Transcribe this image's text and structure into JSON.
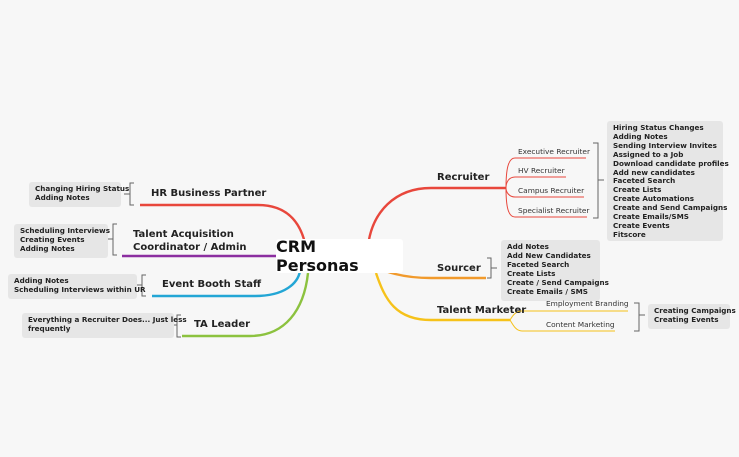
{
  "central": {
    "title": "CRM Personas"
  },
  "right": {
    "recruiter": {
      "label": "Recruiter",
      "subs": [
        "Executive Recruiter",
        "HV Recruiter",
        "Campus Recruiter",
        "Specialist Recruiter"
      ],
      "details": [
        "Hiring Status Changes",
        "Adding Notes",
        "Sending Interview Invites",
        "Assigned to a Job",
        "Download candidate profiles",
        "Add new candidates",
        "Faceted Search",
        "Create Lists",
        "Create Automations",
        "Create and Send Campaigns",
        "Create Emails/SMS",
        "Create Events",
        "Fitscore"
      ]
    },
    "sourcer": {
      "label": "Sourcer",
      "details": [
        "Add Notes",
        "Add New Candidates",
        "Faceted Search",
        "Create Lists",
        "Create / Send Campaigns",
        "Create Emails / SMS"
      ]
    },
    "talent_marketer": {
      "label": "Talent Marketer",
      "subs": [
        "Employment Branding",
        "Content Marketing"
      ],
      "details": [
        "Creating Campaigns",
        "Creating Events"
      ]
    }
  },
  "left": {
    "hr_business_partner": {
      "label": "HR Business Partner",
      "details": [
        "Changing Hiring Status",
        "Adding Notes"
      ]
    },
    "ta_coordinator": {
      "label_line1": "Talent Acquisition",
      "label_line2": "Coordinator / Admin",
      "details": [
        "Scheduling Interviews",
        "Creating Events",
        "Adding Notes"
      ]
    },
    "event_booth_staff": {
      "label": "Event Booth Staff",
      "details": [
        "Adding Notes",
        "Scheduling Interviews within UR"
      ]
    },
    "ta_leader": {
      "label": "TA Leader",
      "details": [
        "Everything a Recruiter Does... Just less",
        "frequently"
      ]
    }
  },
  "colors": {
    "recruiter": "#e8473c",
    "sourcer": "#f19a2c",
    "talent_marketer": "#f6c21a",
    "hr_business_partner": "#e8473c",
    "ta_coordinator": "#8b2ea0",
    "event_booth_staff": "#23a6d5",
    "ta_leader": "#8cc23f",
    "bracket": "#666666",
    "background": "#f7f7f7",
    "detail_box": "#e6e6e6"
  }
}
